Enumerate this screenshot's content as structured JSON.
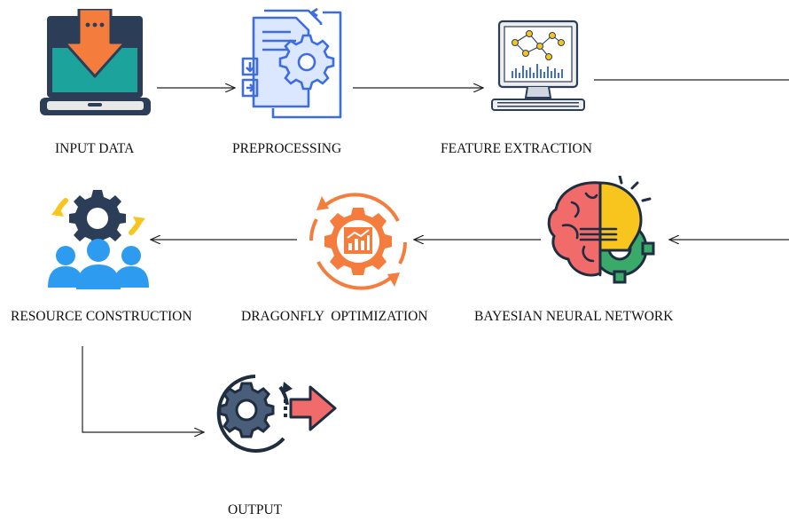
{
  "diagram": {
    "nodes": [
      {
        "id": "input",
        "label": "INPUT DATA",
        "icon": "laptop-download-icon"
      },
      {
        "id": "preproc",
        "label": "PREPROCESSING",
        "icon": "document-gear-icon"
      },
      {
        "id": "feature",
        "label": "FEATURE EXTRACTION",
        "icon": "monitor-network-icon"
      },
      {
        "id": "bnn",
        "label": "BAYESIAN NEURAL NETWORK",
        "icon": "brain-bulb-icon"
      },
      {
        "id": "dragonfly",
        "label": "DRAGONFLY  OPTIMIZATION",
        "icon": "gear-chart-cycle-icon"
      },
      {
        "id": "resource",
        "label": "RESOURCE CONSTRUCTION",
        "icon": "team-gear-icon"
      },
      {
        "id": "output",
        "label": "OUTPUT",
        "icon": "gear-output-arrow-icon"
      }
    ],
    "edges": [
      {
        "from": "input",
        "to": "preproc"
      },
      {
        "from": "preproc",
        "to": "feature"
      },
      {
        "from": "feature",
        "to": "bnn"
      },
      {
        "from": "bnn",
        "to": "dragonfly"
      },
      {
        "from": "dragonfly",
        "to": "resource"
      },
      {
        "from": "resource",
        "to": "output"
      }
    ],
    "colors": {
      "arrow": "#222222",
      "teal": "#1ba39c",
      "orange": "#f47c3c",
      "blue": "#3d6de0",
      "navy": "#2c3e57",
      "red": "#f26b6b",
      "yellow": "#f7c51e",
      "green": "#3aaa6b",
      "sky": "#2d9bf0"
    }
  }
}
